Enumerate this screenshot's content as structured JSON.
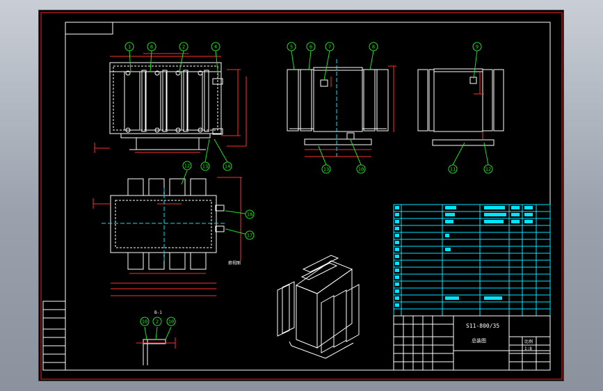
{
  "viewer": {
    "background": "#000000",
    "frame_color": "#ff2020",
    "line_color": "#ffffff",
    "dim_color": "#ff3030",
    "callout_color": "#22e022",
    "table_color": "#00e5ff"
  },
  "drawing": {
    "model_title": "S11-800/35",
    "front_callouts": [
      "1",
      "8",
      "2",
      "4"
    ],
    "front_bottom_callouts": [
      "13",
      "14"
    ],
    "side_callouts": [
      "5",
      "6",
      "7",
      "8"
    ],
    "side_bottom_callouts": [
      "13",
      "10"
    ],
    "end_callouts": [
      "9"
    ],
    "end_bottom_callouts": [
      "11",
      "12"
    ],
    "plan_callouts": [
      "12",
      "16",
      "17"
    ],
    "detail_callouts": [
      "10",
      "2",
      "10"
    ],
    "detail_label": "B-1",
    "plan_note": "俯视图"
  },
  "title_block": {
    "model": "S11-800/35",
    "subtitle": "总装图",
    "scale_label": "比例",
    "scale_value": "1:8"
  }
}
